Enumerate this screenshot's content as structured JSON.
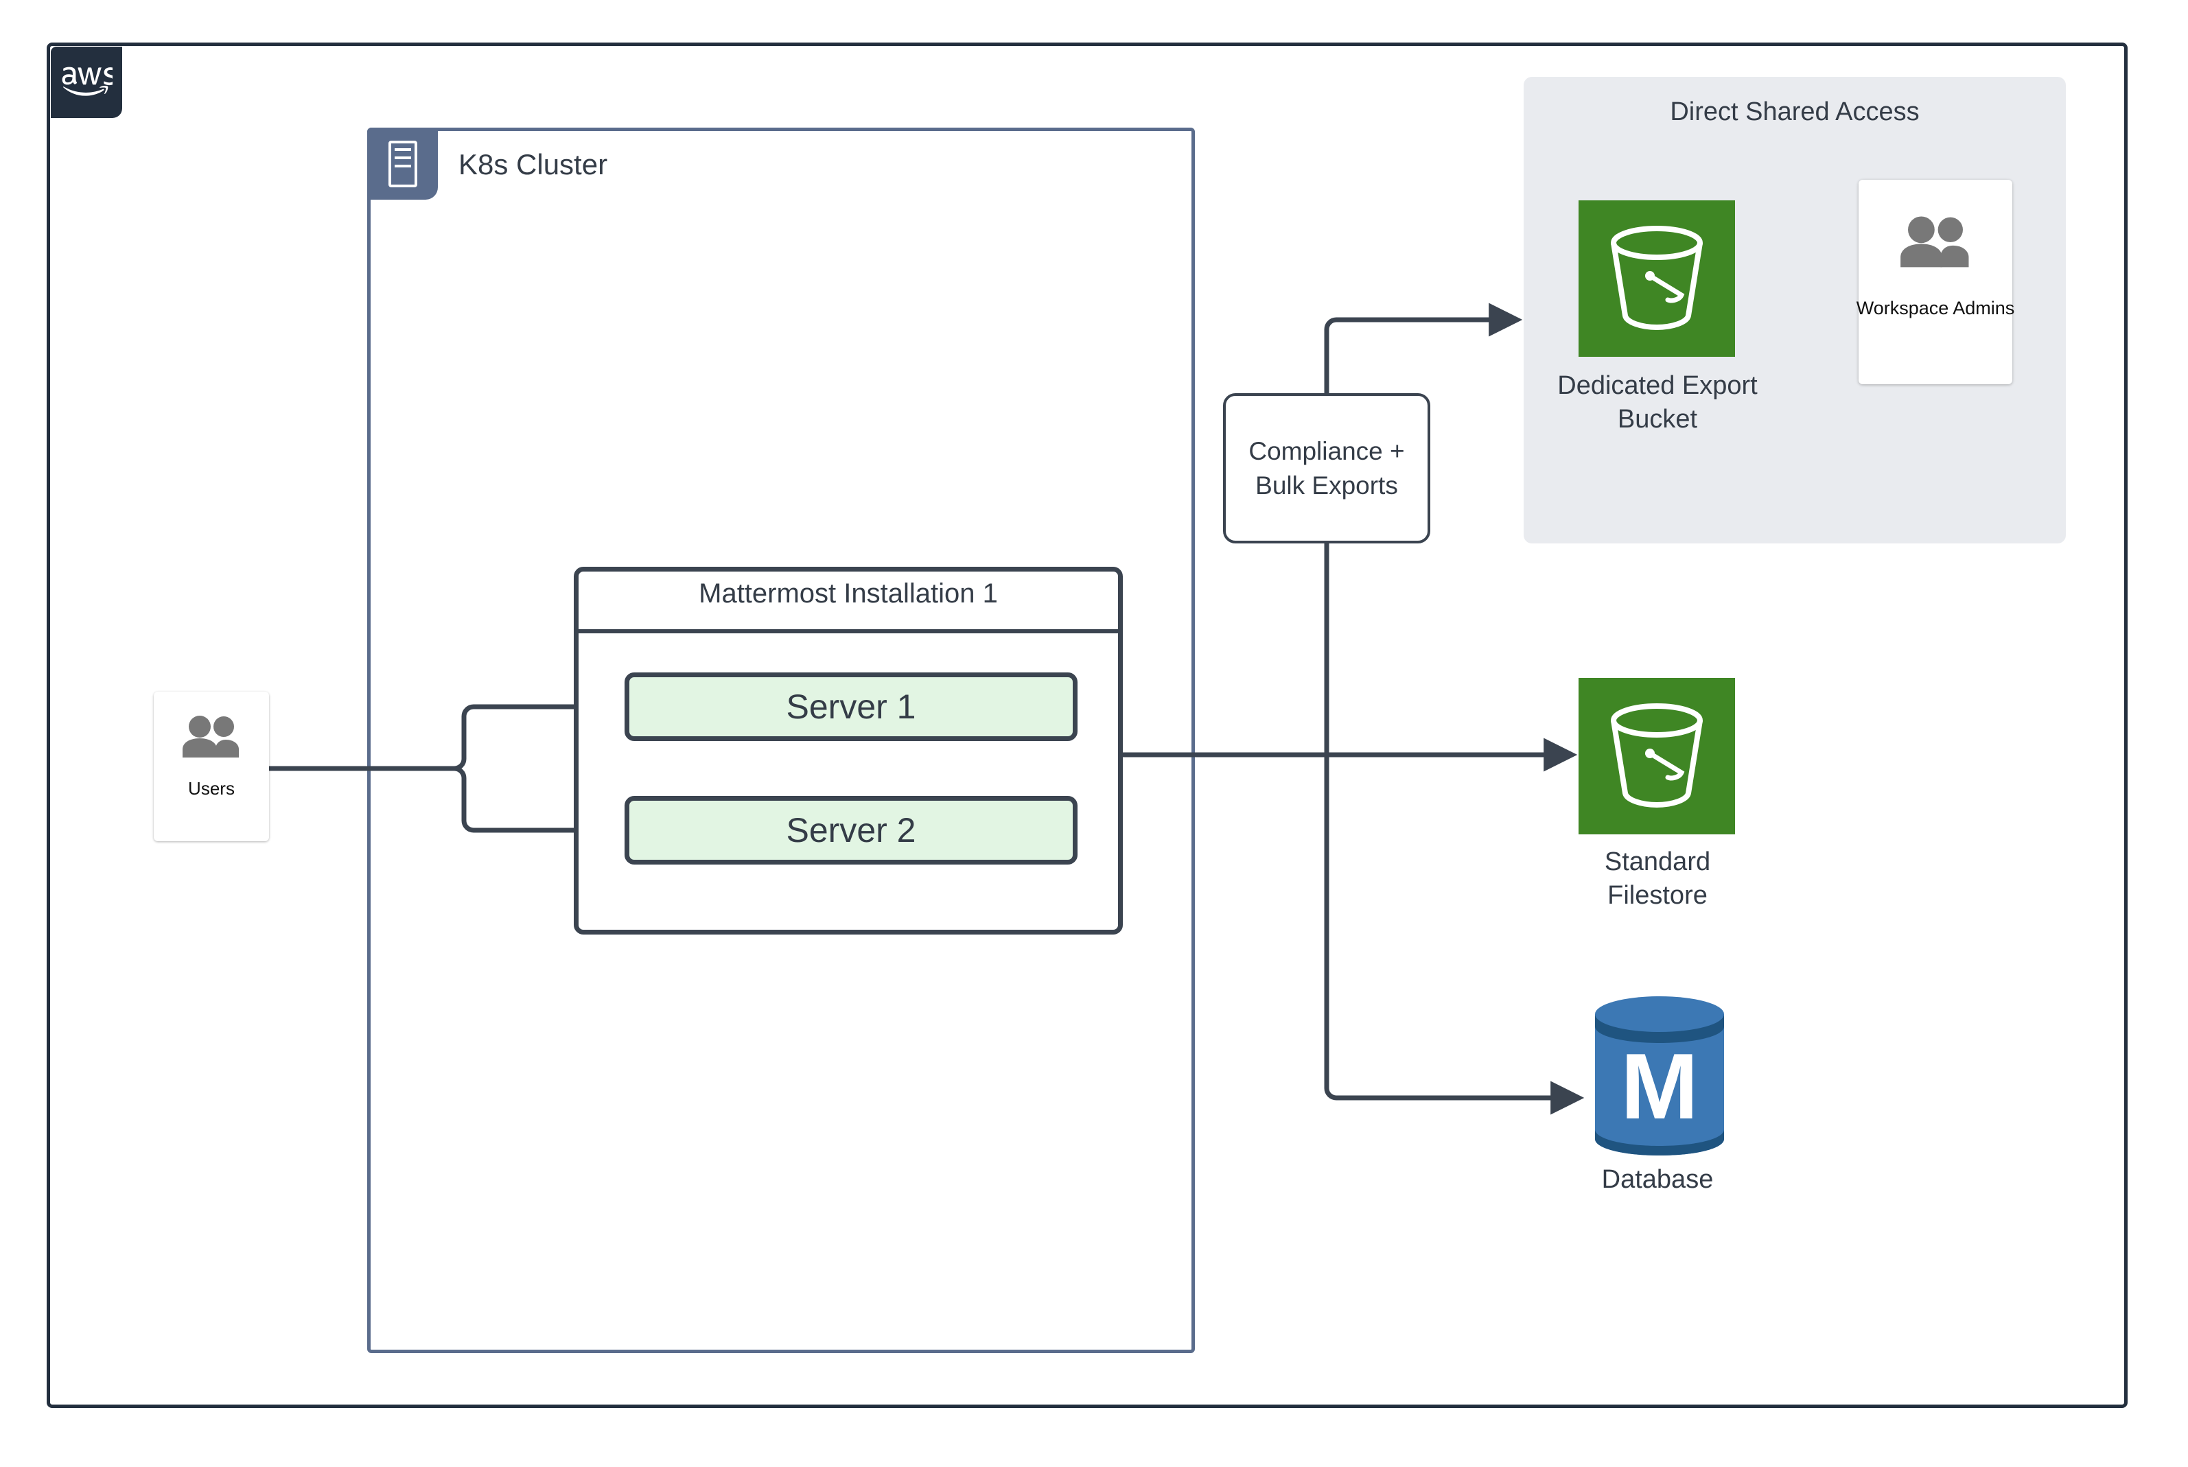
{
  "diagram": {
    "cloud_provider": "aws",
    "colors": {
      "aws_navy": "#232F3E",
      "k8s_slate": "#5A6C8C",
      "node_border": "#3B4450",
      "server_fill": "#E2F5E3",
      "s3_green": "#3F8624",
      "db_blue": "#3C78B4",
      "panel_gray": "#E9EBEF",
      "text_dark": "#343C47"
    }
  },
  "aws_frame": {
    "logo_name": "aws",
    "logo_text": "aws"
  },
  "k8s_cluster": {
    "title": "K8s Cluster",
    "icon": "server-rack-icon"
  },
  "mattermost": {
    "title": "Mattermost Installation 1",
    "servers": [
      {
        "label": "Server 1"
      },
      {
        "label": "Server 2"
      }
    ]
  },
  "users": {
    "label": "Users",
    "icon": "people-icon"
  },
  "compliance": {
    "line1": "Compliance +",
    "line2": "Bulk Exports"
  },
  "direct_shared_access": {
    "title": "Direct Shared Access",
    "export_bucket": {
      "label": "Dedicated Export Bucket",
      "label_line1": "Dedicated Export",
      "label_line2": "Bucket",
      "icon": "s3-bucket-icon"
    },
    "workspace_admins": {
      "label": "Workspace Admins",
      "icon": "people-icon"
    }
  },
  "standard_filestore": {
    "label": "Standard Filestore",
    "label_line1": "Standard",
    "label_line2": "Filestore",
    "icon": "s3-bucket-icon"
  },
  "database": {
    "label": "Database",
    "glyph": "M",
    "icon": "database-cylinder-icon"
  }
}
